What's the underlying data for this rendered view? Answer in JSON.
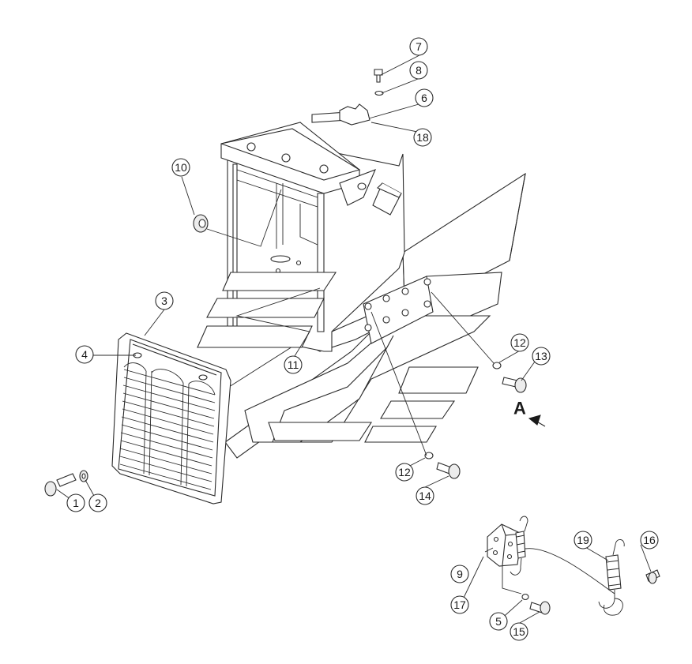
{
  "callouts": [
    "1",
    "2",
    "3",
    "4",
    "5",
    "6",
    "7",
    "8",
    "9",
    "10",
    "11",
    "12",
    "12",
    "13",
    "14",
    "15",
    "16",
    "17",
    "18",
    "19"
  ],
  "view_marker": "A"
}
